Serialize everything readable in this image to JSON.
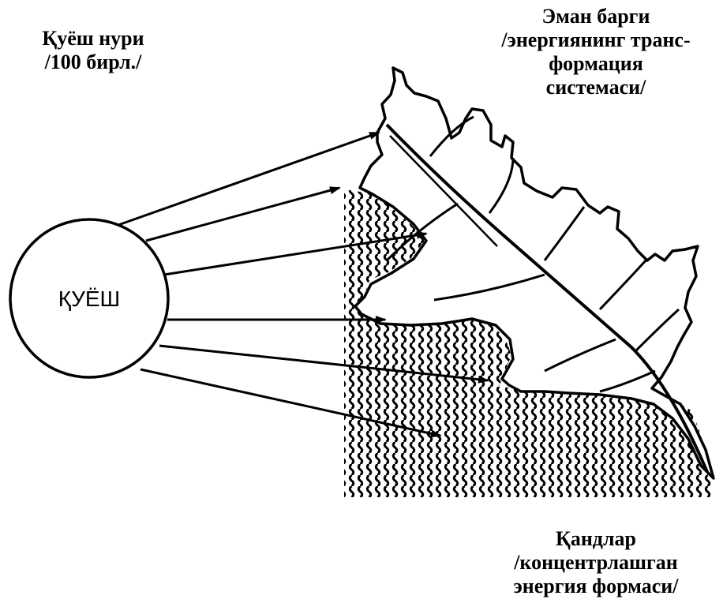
{
  "sunlight_label": {
    "line1": "Қуёш нури",
    "line2": "/100 бирл./"
  },
  "sun_label": "ҚУЁШ",
  "leaf_label": {
    "line1": "Эман барги",
    "line2": "/энергиянинг транс-",
    "line3": "формация",
    "line4": "системаси/"
  },
  "tissue_label": {
    "line1": "Қандлар",
    "line2": "/концентрлашган",
    "line3": "энергия формаси/"
  },
  "colors": {
    "ink": "#000000",
    "background": "#ffffff"
  }
}
